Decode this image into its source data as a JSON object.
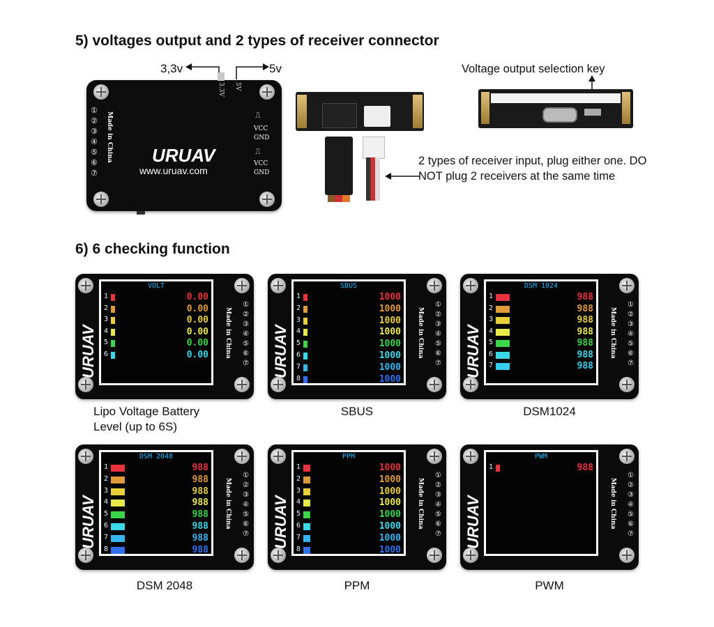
{
  "section5": {
    "heading": "5) voltages output and 2 types of receiver connector",
    "label_33v": "3,3v",
    "label_5v": "5v",
    "switch_33v": "3.3V",
    "switch_5v": "5V",
    "device_made": "Made in China",
    "device_numbers": [
      "①",
      "②",
      "③",
      "④",
      "⑤",
      "⑥",
      "⑦"
    ],
    "device_logo": "URUAV",
    "device_url": "www.uruav.com",
    "pins": [
      {
        "pulse": "⎍",
        "vcc": "VCC",
        "gnd": "GND"
      },
      {
        "pulse": "⎍",
        "vcc": "VCC",
        "gnd": "GND"
      }
    ],
    "selection_key": "Voltage output selection key",
    "receiver_note": "2 types of receiver input, plug either one.  DO NOT plug 2 receivers at the same time"
  },
  "section6": {
    "heading": "6) 6 checking function",
    "modules": [
      {
        "title": "VOLT",
        "caption": "Lipo Voltage Battery\nLevel (up to 6S)",
        "rows": [
          {
            "n": "1",
            "v": "0.00",
            "c": "#e8323c",
            "w": 0.3
          },
          {
            "n": "2",
            "v": "0.00",
            "c": "#e09a3a",
            "w": 0.3
          },
          {
            "n": "3",
            "v": "0.00",
            "c": "#e8cf3a",
            "w": 0.3
          },
          {
            "n": "4",
            "v": "0.00",
            "c": "#e8e84a",
            "w": 0.3
          },
          {
            "n": "5",
            "v": "0.00",
            "c": "#3ad64a",
            "w": 0.3
          },
          {
            "n": "6",
            "v": "0.00",
            "c": "#3ad6ea",
            "w": 0.3
          }
        ]
      },
      {
        "title": "SBUS",
        "caption": "SBUS",
        "rows": [
          {
            "n": "1",
            "v": "1000",
            "c": "#e8323c",
            "w": 0.3
          },
          {
            "n": "2",
            "v": "1000",
            "c": "#e09a3a",
            "w": 0.3
          },
          {
            "n": "3",
            "v": "1000",
            "c": "#e8cf3a",
            "w": 0.3
          },
          {
            "n": "4",
            "v": "1000",
            "c": "#e8e84a",
            "w": 0.3
          },
          {
            "n": "5",
            "v": "1000",
            "c": "#3ad64a",
            "w": 0.3
          },
          {
            "n": "6",
            "v": "1000",
            "c": "#3ad6ea",
            "w": 0.3
          },
          {
            "n": "7",
            "v": "1000",
            "c": "#35b6f0",
            "w": 0.3
          },
          {
            "n": "8",
            "v": "1000",
            "c": "#2f6ff0",
            "w": 0.3
          }
        ]
      },
      {
        "title": "DSM 1024",
        "caption": "DSM1024",
        "rows": [
          {
            "n": "1",
            "v": "988",
            "c": "#e8323c",
            "w": 1
          },
          {
            "n": "2",
            "v": "988",
            "c": "#e09a3a",
            "w": 1
          },
          {
            "n": "3",
            "v": "988",
            "c": "#e8cf3a",
            "w": 1
          },
          {
            "n": "4",
            "v": "988",
            "c": "#e8e84a",
            "w": 1
          },
          {
            "n": "5",
            "v": "988",
            "c": "#3ad64a",
            "w": 1
          },
          {
            "n": "6",
            "v": "988",
            "c": "#3ad6ea",
            "w": 1
          },
          {
            "n": "7",
            "v": "988",
            "c": "#35d0f0",
            "w": 1
          }
        ]
      },
      {
        "title": "DSM 2048",
        "caption": "DSM 2048",
        "rows": [
          {
            "n": "1",
            "v": "988",
            "c": "#e8323c",
            "w": 1
          },
          {
            "n": "2",
            "v": "988",
            "c": "#e09a3a",
            "w": 1
          },
          {
            "n": "3",
            "v": "988",
            "c": "#e8cf3a",
            "w": 1
          },
          {
            "n": "4",
            "v": "988",
            "c": "#e8e84a",
            "w": 1
          },
          {
            "n": "5",
            "v": "988",
            "c": "#3ad64a",
            "w": 1
          },
          {
            "n": "6",
            "v": "988",
            "c": "#3ad6ea",
            "w": 1
          },
          {
            "n": "7",
            "v": "988",
            "c": "#35b6f0",
            "w": 1
          },
          {
            "n": "8",
            "v": "988",
            "c": "#2f6ff0",
            "w": 1
          }
        ]
      },
      {
        "title": "PPM",
        "caption": "PPM",
        "rows": [
          {
            "n": "1",
            "v": "1000",
            "c": "#e8323c",
            "w": 0.5
          },
          {
            "n": "2",
            "v": "1000",
            "c": "#e09a3a",
            "w": 0.5
          },
          {
            "n": "3",
            "v": "1000",
            "c": "#e8cf3a",
            "w": 0.5
          },
          {
            "n": "4",
            "v": "1000",
            "c": "#e8e84a",
            "w": 0.5
          },
          {
            "n": "5",
            "v": "1000",
            "c": "#3ad64a",
            "w": 0.5
          },
          {
            "n": "6",
            "v": "1000",
            "c": "#3ad6ea",
            "w": 0.5
          },
          {
            "n": "7",
            "v": "1000",
            "c": "#35b6f0",
            "w": 0.5
          },
          {
            "n": "8",
            "v": "1000",
            "c": "#2f6ff0",
            "w": 0.5
          }
        ]
      },
      {
        "title": "PWM",
        "caption": "PWM",
        "rows": [
          {
            "n": "1",
            "v": "988",
            "c": "#e8323c",
            "w": 0.3
          }
        ]
      }
    ],
    "module_logo": "URUAV",
    "module_made": "Made in China",
    "module_numbers": [
      "①",
      "②",
      "③",
      "④",
      "⑤",
      "⑥",
      "⑦"
    ]
  }
}
